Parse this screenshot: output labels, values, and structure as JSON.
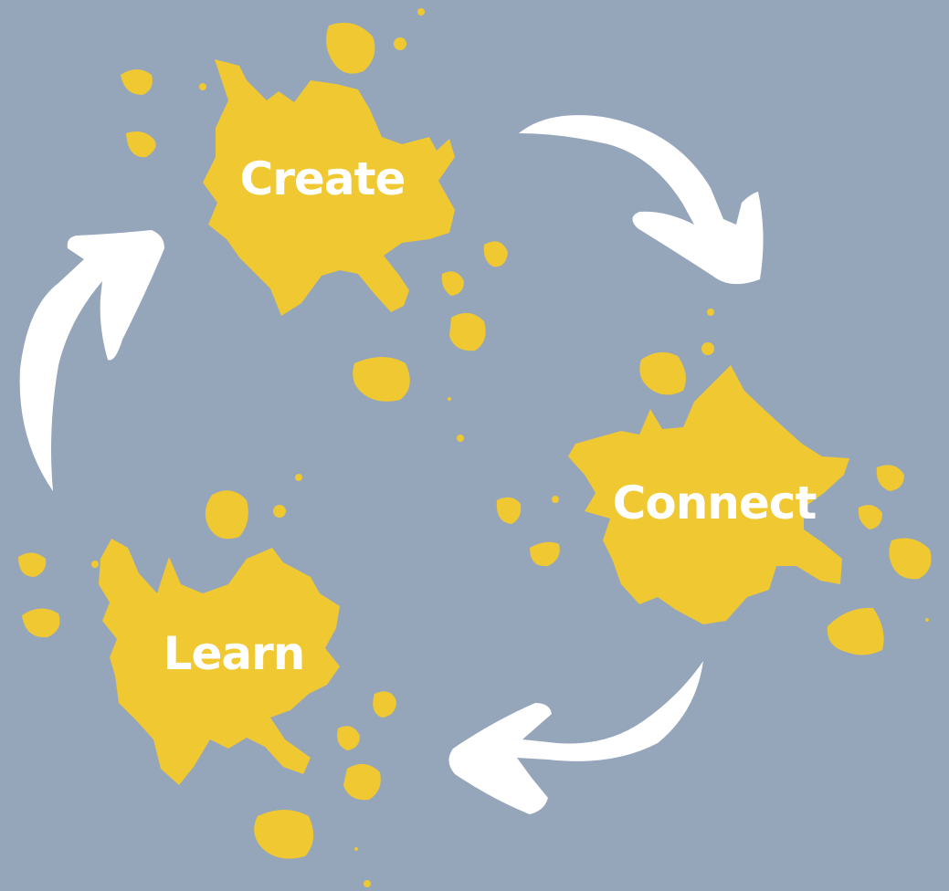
{
  "diagram": {
    "type": "cycle",
    "nodes": [
      {
        "id": "create",
        "label": "Create"
      },
      {
        "id": "connect",
        "label": "Connect"
      },
      {
        "id": "learn",
        "label": "Learn"
      }
    ],
    "edges": [
      {
        "from": "create",
        "to": "connect"
      },
      {
        "from": "connect",
        "to": "learn"
      },
      {
        "from": "learn",
        "to": "create"
      }
    ]
  },
  "colors": {
    "background": "#95a6bb",
    "splat": "#efc832",
    "arrow": "#ffffff",
    "label": "#ffffff"
  },
  "icons": {
    "node_shape": "paint-splatter-icon",
    "edge_shape": "curved-arrow-icon"
  }
}
